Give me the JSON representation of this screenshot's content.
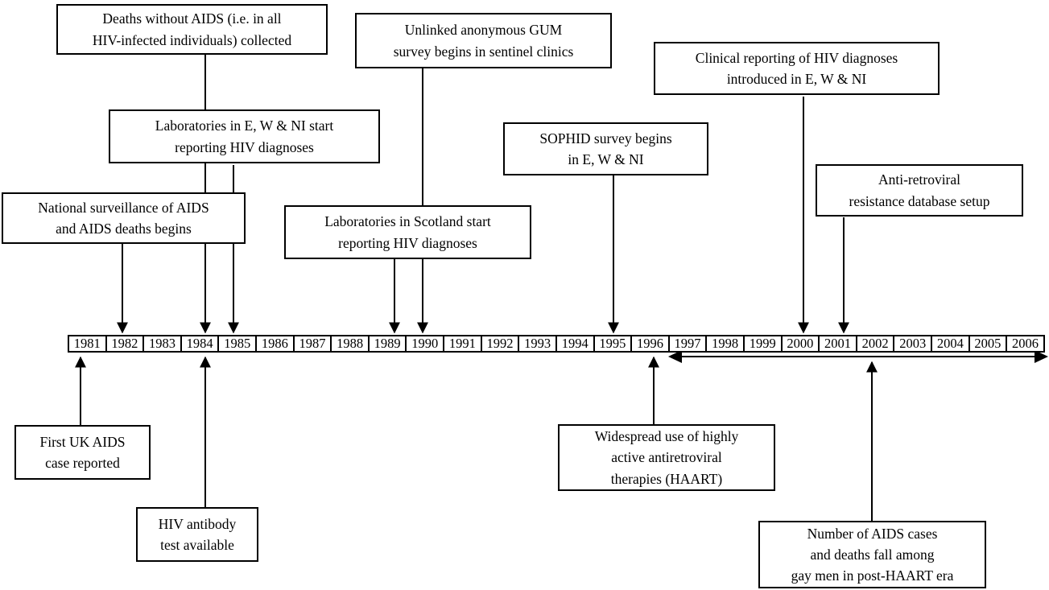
{
  "timeline": {
    "years": [
      "1981",
      "1982",
      "1983",
      "1984",
      "1985",
      "1986",
      "1987",
      "1988",
      "1989",
      "1990",
      "1991",
      "1992",
      "1993",
      "1994",
      "1995",
      "1996",
      "1997",
      "1998",
      "1999",
      "2000",
      "2001",
      "2002",
      "2003",
      "2004",
      "2005",
      "2006"
    ]
  },
  "events": [
    {
      "id": "deaths-collected",
      "position": "above",
      "year": "1984",
      "lines": [
        "Deaths without AIDS (i.e. in all",
        "HIV-infected individuals) collected"
      ]
    },
    {
      "id": "gum-survey",
      "position": "above",
      "year": "1990",
      "lines": [
        "Unlinked anonymous GUM",
        "survey begins in sentinel clinics"
      ]
    },
    {
      "id": "clinical-reporting",
      "position": "above",
      "year": "2000",
      "lines": [
        "Clinical reporting of HIV diagnoses",
        "introduced in E, W & NI"
      ]
    },
    {
      "id": "labs-ewni",
      "position": "above",
      "year": "1985",
      "lines": [
        "Laboratories in E, W & NI start",
        "reporting HIV diagnoses"
      ]
    },
    {
      "id": "sophid-survey",
      "position": "above",
      "year": "1995",
      "lines": [
        "SOPHID survey begins",
        "in E, W & NI"
      ]
    },
    {
      "id": "arv-database",
      "position": "above",
      "year": "2001",
      "lines": [
        "Anti-retroviral",
        "resistance database setup"
      ]
    },
    {
      "id": "national-surveillance",
      "position": "above",
      "year": "1982",
      "lines": [
        "National surveillance of AIDS",
        "and AIDS deaths begins"
      ]
    },
    {
      "id": "labs-scotland",
      "position": "above",
      "year": "1989",
      "lines": [
        "Laboratories in Scotland start",
        "reporting HIV diagnoses"
      ]
    },
    {
      "id": "first-uk-aids",
      "position": "below",
      "year": "1981",
      "lines": [
        "First UK AIDS",
        "case reported"
      ]
    },
    {
      "id": "hiv-antibody-test",
      "position": "below",
      "year": "1984",
      "lines": [
        "HIV antibody",
        "test available"
      ]
    },
    {
      "id": "haart-use",
      "position": "below",
      "year": "1996",
      "lines": [
        "Widespread use of highly",
        "active antiretroviral",
        "therapies (HAART)"
      ]
    },
    {
      "id": "post-haart-fall",
      "position": "below",
      "year": "2002",
      "lines": [
        "Number of AIDS cases",
        "and deaths fall among",
        "gay men in post-HAART era"
      ]
    }
  ],
  "era_arrow": {
    "from_year": "1997",
    "to_year": "2006",
    "description": "post-HAART era span"
  },
  "colors": {
    "line": "#000000",
    "box_border": "#000000",
    "box_background": "#ffffff",
    "text": "#000000",
    "background": "#ffffff"
  }
}
